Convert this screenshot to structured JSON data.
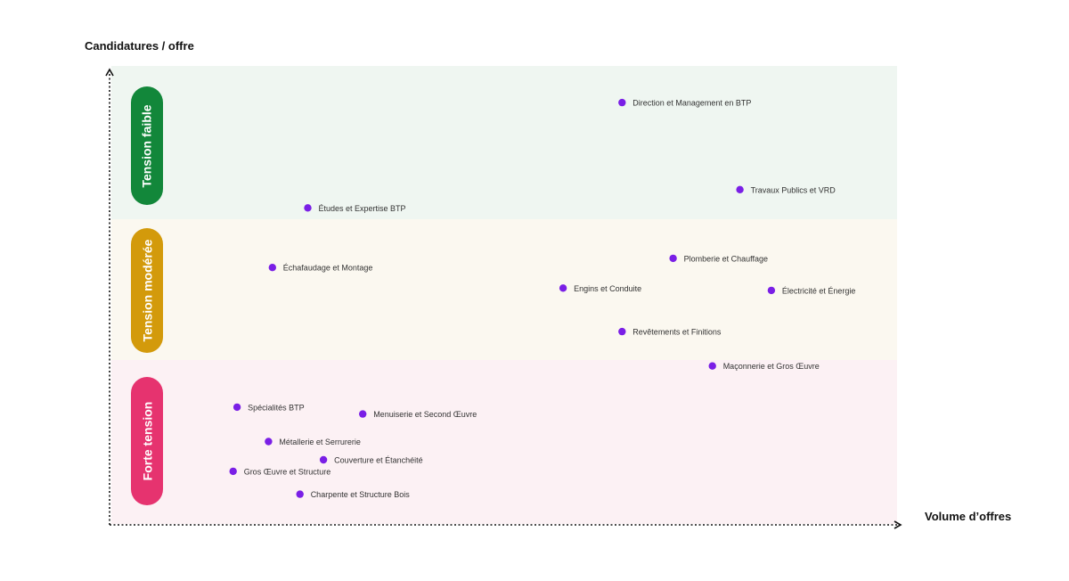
{
  "chart_data": {
    "type": "scatter",
    "xlabel": "Volume d’offres",
    "ylabel": "Candidatures / offre",
    "xlim": [
      0,
      100
    ],
    "ylim": [
      0,
      100
    ],
    "grid": false,
    "zones": [
      {
        "label": "Tension faible",
        "y_from": 66,
        "y_to": 100,
        "color": "#12873a",
        "band_color": "#eff6f1"
      },
      {
        "label": "Tension modérée",
        "y_from": 35,
        "y_to": 66,
        "color": "#d39a0b",
        "band_color": "#fbf8f0"
      },
      {
        "label": "Forte tension",
        "y_from": 0,
        "y_to": 35,
        "color": "#e6336f",
        "band_color": "#fcf1f4"
      }
    ],
    "marker_color": "#7a1fe6",
    "points": [
      {
        "label": "Direction et Management en BTP",
        "x": 65,
        "y": 92
      },
      {
        "label": "Travaux Publics et VRD",
        "x": 80,
        "y": 73
      },
      {
        "label": "Études et Expertise BTP",
        "x": 25,
        "y": 69
      },
      {
        "label": "Plomberie et Chauffage",
        "x": 71.5,
        "y": 58
      },
      {
        "label": "Échafaudage et Montage",
        "x": 20.5,
        "y": 56
      },
      {
        "label": "Engins et Conduite",
        "x": 57.5,
        "y": 51.5
      },
      {
        "label": "Électricité et Énergie",
        "x": 84,
        "y": 51
      },
      {
        "label": "Revêtements et Finitions",
        "x": 65,
        "y": 42
      },
      {
        "label": "Maçonnerie et Gros Œuvre",
        "x": 76.5,
        "y": 34.5
      },
      {
        "label": "Spécialités BTP",
        "x": 16,
        "y": 25.5
      },
      {
        "label": "Menuiserie et Second Œuvre",
        "x": 32,
        "y": 24
      },
      {
        "label": "Métallerie et Serrurerie",
        "x": 20,
        "y": 18
      },
      {
        "label": "Couverture et Étanchéité",
        "x": 27,
        "y": 14
      },
      {
        "label": "Gros Œuvre et Structure",
        "x": 15.5,
        "y": 11.5
      },
      {
        "label": "Charpente et Structure Bois",
        "x": 24,
        "y": 6.5
      }
    ]
  }
}
